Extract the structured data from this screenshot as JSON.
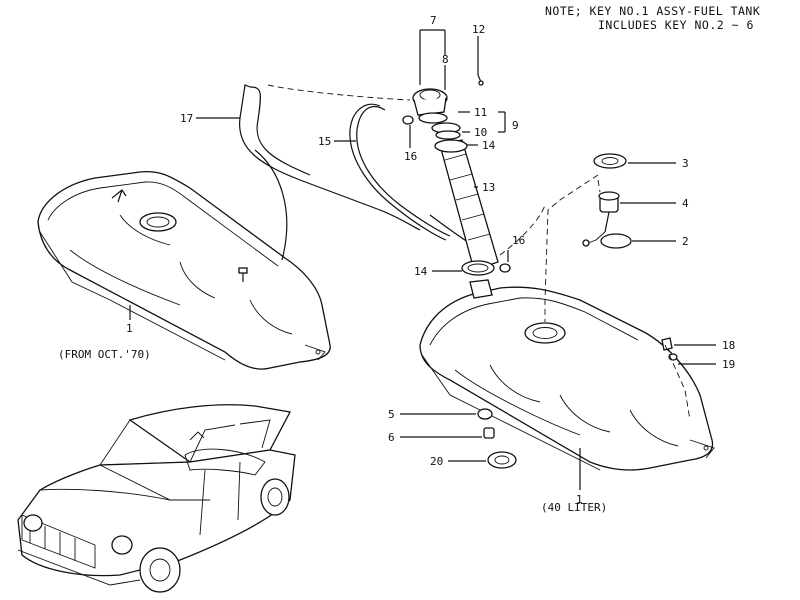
{
  "note": {
    "line1": "NOTE; KEY NO.1 ASSY-FUEL TANK",
    "line2": "INCLUDES KEY NO.2 ~ 6"
  },
  "captions": {
    "left_tank": "(FROM OCT.'70)",
    "right_tank": "(40 LITER)"
  },
  "callouts": {
    "k1a": "1",
    "k1b": "1",
    "k2": "2",
    "k3": "3",
    "k4": "4",
    "k5": "5",
    "k6": "6",
    "k7": "7",
    "k8": "8",
    "k9": "9",
    "k10": "10",
    "k11": "11",
    "k12": "12",
    "k13": "13",
    "k14a": "14",
    "k14b": "14",
    "k15": "15",
    "k16a": "16",
    "k16b": "16",
    "k17": "17",
    "k18": "18",
    "k19": "19",
    "k20": "20"
  }
}
